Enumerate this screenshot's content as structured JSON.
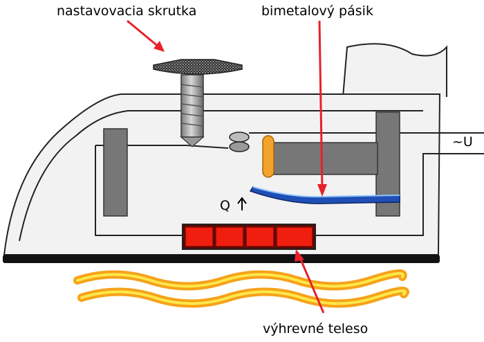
{
  "labels": {
    "adjusting_screw": "nastavovacia skrutka",
    "bimetal_strip": "bimetalový pásik",
    "heating_element": "výhrevné teleso",
    "voltage": "~U",
    "heat": "Q"
  },
  "colors": {
    "annotation_arrow": "#e8202a",
    "bimetal_strip": "#1f4fb5",
    "heating_element": "#f01e0e",
    "heat_wave_outer": "#f6a21a",
    "heat_wave_inner": "#fde84a",
    "frame": "#777777",
    "contact_pin": "#f2a32b",
    "sole_plate": "#111111"
  },
  "icons": {
    "heat_flow": "up-arrow-icon"
  }
}
